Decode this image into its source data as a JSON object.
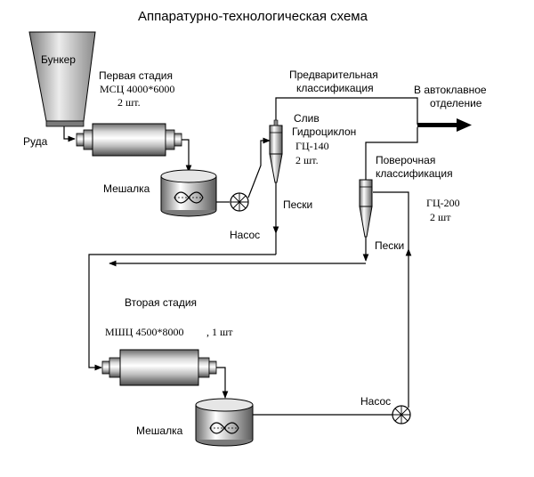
{
  "title": "Аппаратурно-технологическая схема",
  "labels": {
    "bunker": "Бункер",
    "ore": "Руда",
    "stage1_title": "Первая стадия",
    "stage1_mill": "МСЦ 4000*6000",
    "stage1_qty": "2 шт.",
    "mixer1": "Мешалка",
    "pump1": "Насос",
    "prelim_line1": "Предварительная",
    "prelim_line2": "классификация",
    "overflow": "Слив",
    "hydrocyclone": "Гидроциклон",
    "gc140": "ГЦ-140",
    "gc140_qty": "2 шт.",
    "sands1": "Пески",
    "autoclave_line1": "В автоклавное",
    "autoclave_line2": "отделение",
    "check_line1": "Поверочная",
    "check_line2": "классификация",
    "gc200": "ГЦ-200",
    "gc200_qty": "2 шт",
    "sands2": "Пески",
    "stage2_title": "Вторая стадия",
    "stage2_mill": "МШЦ 4500*8000",
    "stage2_qty": ",   1 шт",
    "mixer2": "Мешалка",
    "pump2": "Насос"
  }
}
